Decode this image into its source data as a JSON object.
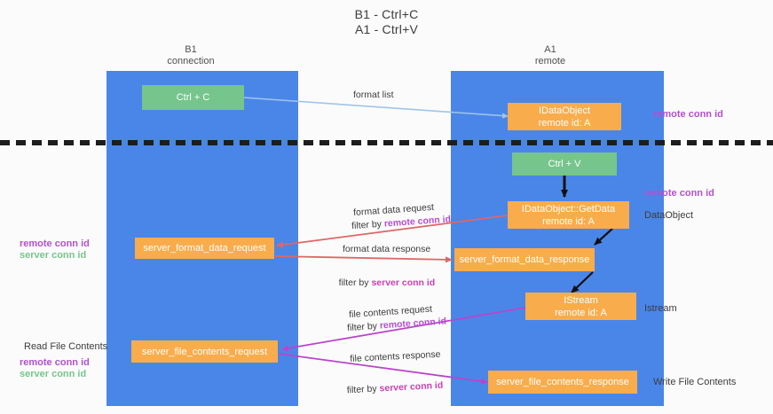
{
  "title": {
    "line1": "B1 - Ctrl+C",
    "line2": "A1 - Ctrl+V"
  },
  "columns": [
    {
      "name": "B1",
      "subtitle": "connection"
    },
    {
      "name": "A1",
      "subtitle": "remote"
    }
  ],
  "colors": {
    "lane": "#4a86e8",
    "node_green": "#76c58c",
    "node_orange": "#f9ac4b",
    "text_dark": "#3c3c3c",
    "accent_purple": "#b44fd0",
    "accent_green": "#76c58c",
    "accent_magenta": "#cc3fb0",
    "arrow_blue": "#9fc5e8",
    "arrow_red": "#e06666",
    "arrow_black": "#000000",
    "divider": "#1d1d1d",
    "background": "#fbfbfb"
  },
  "nodes": {
    "ctrl_c": {
      "label": "Ctrl + C",
      "sub": ""
    },
    "idataobject": {
      "label": "IDataObject",
      "sub": "remote id: A"
    },
    "ctrl_v": {
      "label": "Ctrl + V",
      "sub": ""
    },
    "getdata": {
      "label": "IDataObject::GetData",
      "sub": "remote id: A"
    },
    "server_format_data_request": {
      "label": "server_format_data_request",
      "sub": ""
    },
    "server_format_data_response": {
      "label": "server_format_data_response",
      "sub": ""
    },
    "istream": {
      "label": "IStream",
      "sub": "remote id: A"
    },
    "server_file_contents_request": {
      "label": "server_file_contents_request",
      "sub": ""
    },
    "server_file_contents_response": {
      "label": "server_file_contents_response",
      "sub": ""
    }
  },
  "annotations": {
    "right_remote_conn_id_1": "remote conn id",
    "right_remote_conn_id_2": "remote conn id",
    "right_dataobject": "DataObject",
    "right_istream": "Istream",
    "right_write_file_contents": "Write File Contents",
    "left_remote_conn_id_1": "remote conn id",
    "left_server_conn_id_1": "server conn id",
    "left_read_file_contents": "Read File Contents",
    "left_remote_conn_id_2": "remote conn id",
    "left_server_conn_id_2": "server conn id"
  },
  "edges": {
    "format_list": "format list",
    "format_data_request": "format data request",
    "format_data_request_filter_prefix": "filter by ",
    "format_data_request_filter_value": "remote conn id",
    "format_data_response": "format data response",
    "format_data_response_filter_prefix": "filter by ",
    "format_data_response_filter_value": "server conn id",
    "file_contents_request": "file contents request",
    "file_contents_request_filter_prefix": "filter by ",
    "file_contents_request_filter_value": "remote conn id",
    "file_contents_response": "file contents response",
    "file_contents_response_filter_prefix": "filter by ",
    "file_contents_response_filter_value": "server conn id"
  }
}
